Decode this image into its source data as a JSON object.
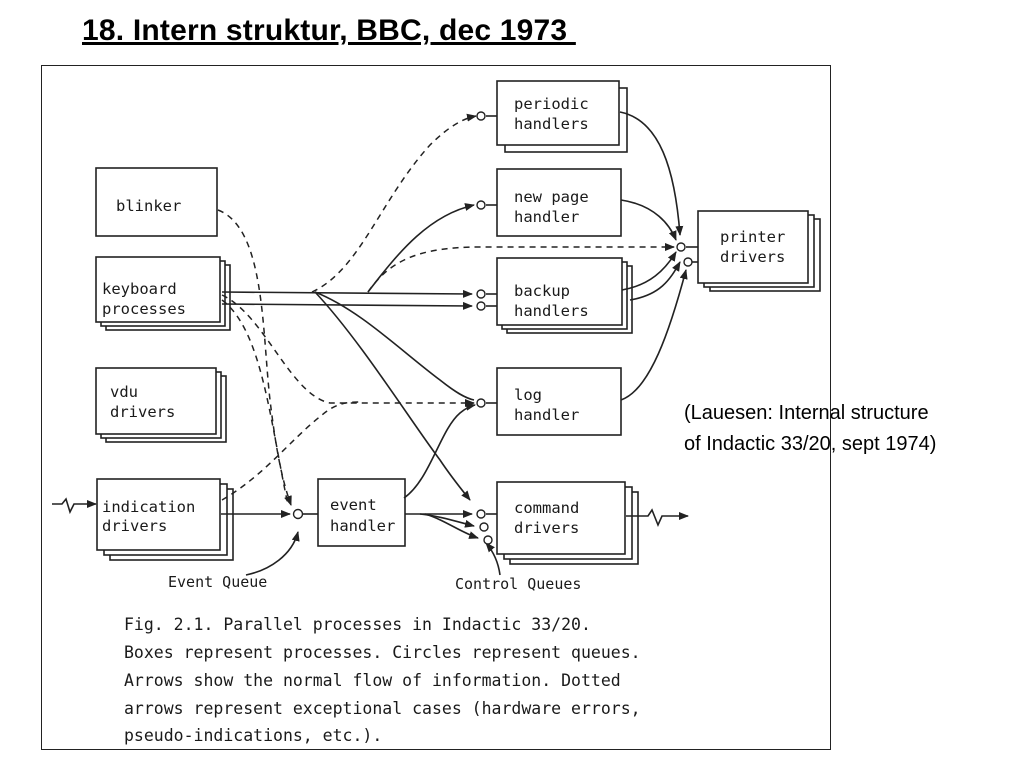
{
  "slide": {
    "title": "18. Intern struktur, BBC, dec 1973 "
  },
  "side_note": {
    "line1": "(Lauesen: Internal structure",
    "line2": "of Indactic 33/20, sept 1974)"
  },
  "boxes": {
    "blinker": [
      "blinker"
    ],
    "keyboard": [
      "keyboard",
      "processes"
    ],
    "vdu": [
      "vdu",
      "drivers"
    ],
    "indication": [
      "indication",
      "drivers"
    ],
    "event": [
      "event",
      "handler"
    ],
    "periodic": [
      "periodic",
      "handlers"
    ],
    "newpage": [
      "new page",
      "handler"
    ],
    "backup": [
      "backup",
      "handlers"
    ],
    "log": [
      "log",
      "handler"
    ],
    "command": [
      "command",
      "drivers"
    ],
    "printer": [
      "printer",
      "drivers"
    ]
  },
  "labels": {
    "event_queue": "Event Queue",
    "control_queues": "Control Queues"
  },
  "caption": [
    "Fig. 2.1. Parallel processes in Indactic 33/20.",
    "Boxes represent processes. Circles represent queues.",
    "Arrows show the normal flow of information. Dotted",
    "arrows represent exceptional cases (hardware errors,",
    "pseudo-indications, etc.)."
  ]
}
